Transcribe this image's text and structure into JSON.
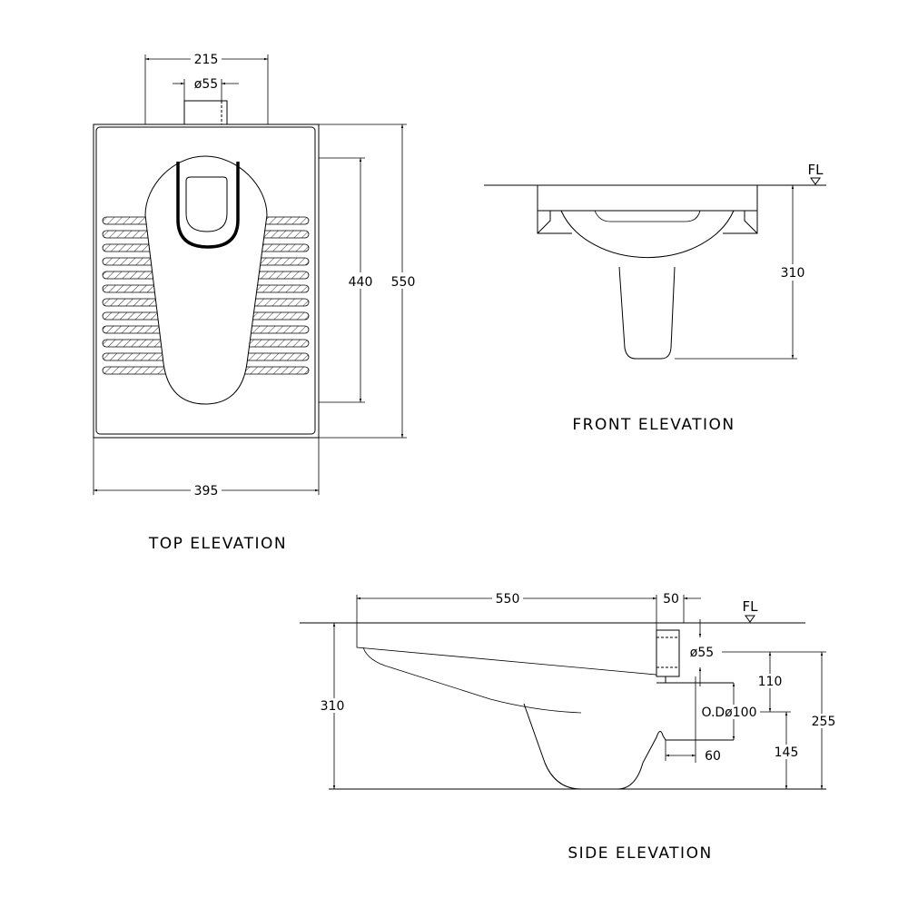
{
  "top_elevation": {
    "title": "TOP ELEVATION",
    "dims": {
      "width_top": "215",
      "outlet_dia": "ø55",
      "inner_length": "440",
      "overall_length": "550",
      "overall_width": "395"
    }
  },
  "front_elevation": {
    "title": "FRONT ELEVATION",
    "floor_label": "FL",
    "dims": {
      "height": "310"
    }
  },
  "side_elevation": {
    "title": "SIDE ELEVATION",
    "floor_label": "FL",
    "dims": {
      "length": "550",
      "offset": "50",
      "inlet_dia": "ø55",
      "height": "310",
      "inlet_to_outlet": "110",
      "outlet_od": "O.Dø100",
      "outlet_height": "145",
      "inlet_height": "255",
      "outlet_offset": "60"
    }
  },
  "colors": {
    "line": "#000000",
    "background": "#ffffff"
  }
}
